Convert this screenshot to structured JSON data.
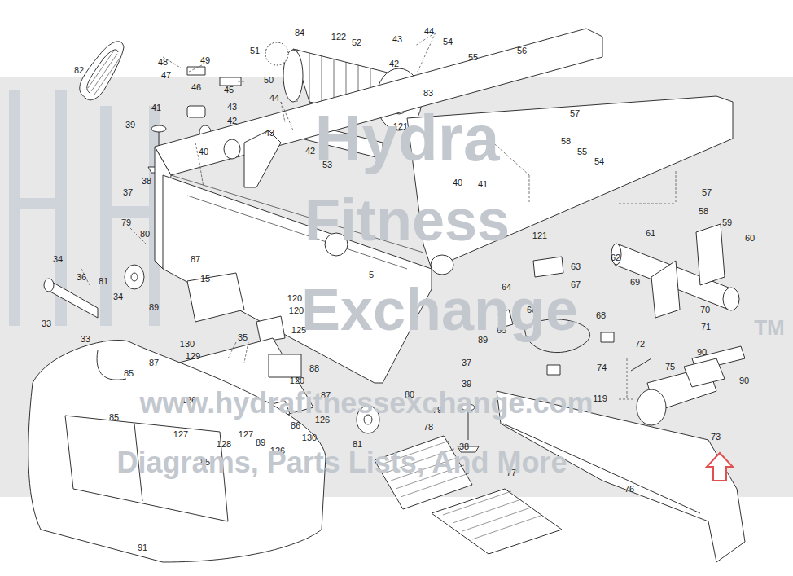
{
  "diagram": {
    "labels": [
      "82",
      "48",
      "47",
      "46",
      "49",
      "45",
      "50",
      "51",
      "84",
      "122",
      "52",
      "44",
      "43",
      "42",
      "54",
      "55",
      "56",
      "83",
      "41",
      "39",
      "40",
      "43",
      "42",
      "44",
      "43",
      "42",
      "53",
      "121",
      "57",
      "58",
      "55",
      "54",
      "38",
      "37",
      "40",
      "41",
      "57",
      "58",
      "121",
      "59",
      "61",
      "60",
      "79",
      "80",
      "34",
      "87",
      "62",
      "63",
      "36",
      "34",
      "81",
      "15",
      "5",
      "64",
      "67",
      "120",
      "120",
      "66",
      "69",
      "70",
      "68",
      "33",
      "89",
      "65",
      "125",
      "35",
      "89",
      "71",
      "72",
      "33",
      "130",
      "87",
      "129",
      "88",
      "90",
      "90",
      "74",
      "75",
      "37",
      "39",
      "85",
      "126",
      "120",
      "87",
      "80",
      "79",
      "119",
      "85",
      "127",
      "128",
      "127",
      "89",
      "126",
      "86",
      "130",
      "126",
      "78",
      "81",
      "38",
      "73",
      "85",
      "77",
      "76",
      "91",
      "Hydra",
      "Fitness",
      "Exchange",
      "TM",
      "www.hydrafitnessexchange.com",
      "Diagrams, Parts Lists, And More"
    ]
  }
}
